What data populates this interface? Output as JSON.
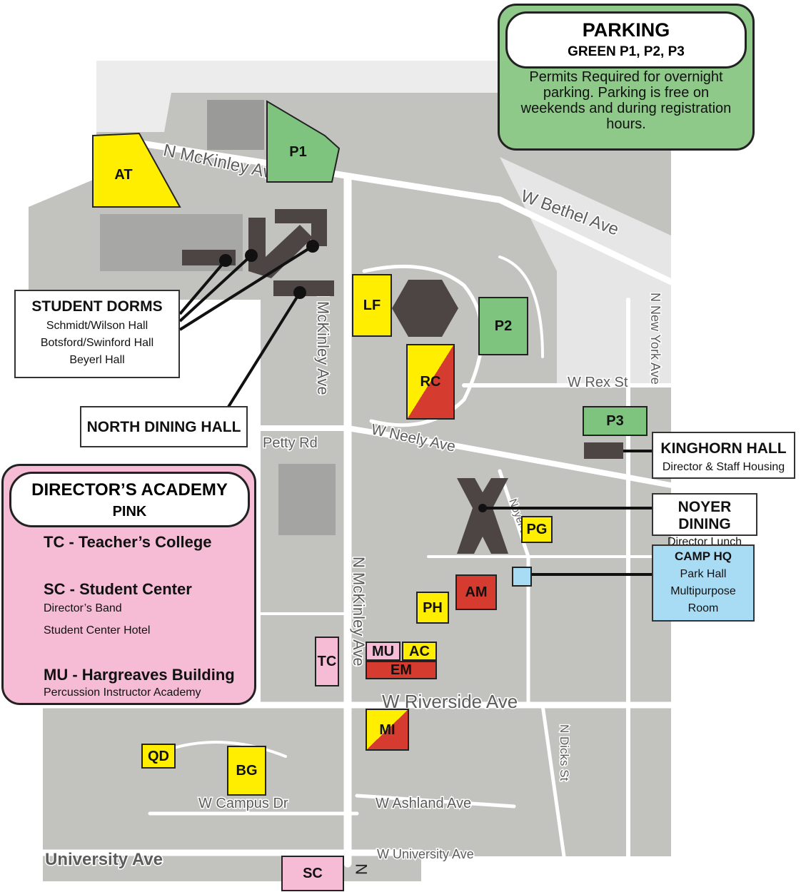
{
  "parking_box": {
    "title": "PARKING",
    "subtitle": "GREEN P1, P2, P3",
    "note": "Permits Required for overnight parking. Parking is free on weekends and during registration hours."
  },
  "academy_box": {
    "title": "DIRECTOR’S ACADEMY",
    "subtitle": "PINK",
    "items": [
      {
        "name": "TC - Teacher’s College",
        "details": []
      },
      {
        "name": "SC - Student Center",
        "details": [
          "Director’s Band",
          "Student Center Hotel"
        ]
      },
      {
        "name": "MU - Hargreaves Building",
        "details": [
          "Percussion Instructor Academy"
        ]
      }
    ]
  },
  "callouts": {
    "dorms": {
      "title": "STUDENT DORMS",
      "lines": [
        "Schmidt/Wilson Hall",
        "Botsford/Swinford Hall",
        "Beyerl Hall"
      ]
    },
    "north_dining": {
      "title": "NORTH DINING HALL"
    },
    "kinghorn": {
      "title": "KINGHORN HALL",
      "subtitle": "Director & Staff Housing"
    },
    "noyer": {
      "title": "NOYER DINING",
      "subtitle": "Director Lunch"
    },
    "camp_hq": {
      "title": "CAMP HQ",
      "lines": [
        "Park Hall",
        "Multipurpose",
        "Room"
      ]
    }
  },
  "buildings": {
    "AT": "AT",
    "P1": "P1",
    "P2": "P2",
    "P3": "P3",
    "LF": "LF",
    "RC": "RC",
    "PG": "PG",
    "AM": "AM",
    "PH": "PH",
    "TC": "TC",
    "MU": "MU",
    "AC": "AC",
    "EM": "EM",
    "MI": "MI",
    "QD": "QD",
    "BG": "BG",
    "SC": "SC"
  },
  "streets": {
    "mckinley_top": "N McKinley Ave",
    "bethel": "W Bethel Ave",
    "mckinley_mid": "N McKinley Ave",
    "mckinley_low": "N McKinley Ave",
    "rex": "W Rex St",
    "new_york": "N New York Ave",
    "petty": "Petty Rd",
    "neely": "W Neely Ave",
    "noyer": "Noyer Dr",
    "riverside": "W Riverside Ave",
    "dicks": "N Dicks St",
    "campus": "W Campus Dr",
    "ashland": "W Ashland Ave",
    "university": "University Ave",
    "w_university": "W University Ave"
  },
  "colors": {
    "yellow": "#ffee00",
    "green": "#7ec47e",
    "pink": "#f6bcd6",
    "red": "#d63b2f",
    "blue": "#a8dcf5",
    "dark": "#4d4444"
  },
  "icons": {
    "compass": "north-arrow-icon"
  }
}
